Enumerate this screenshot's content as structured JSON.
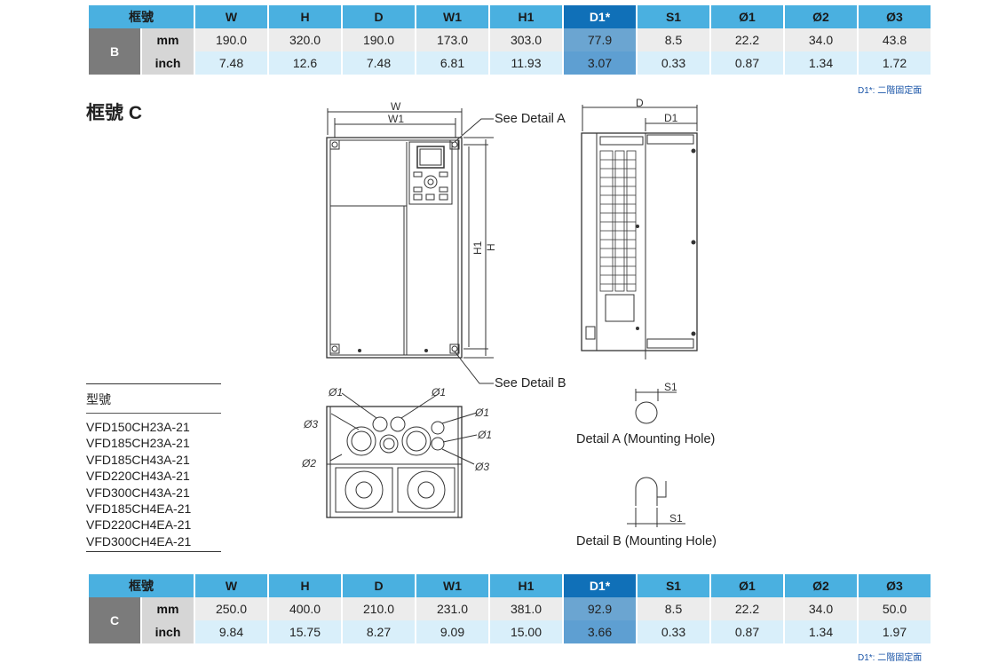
{
  "tables": [
    {
      "header": [
        "框號",
        "W",
        "H",
        "D",
        "W1",
        "H1",
        "D1*",
        "S1",
        "Ø1",
        "Ø2",
        "Ø3"
      ],
      "frame": "B",
      "rows": [
        {
          "unit": "mm",
          "values": [
            "190.0",
            "320.0",
            "190.0",
            "173.0",
            "303.0",
            "77.9",
            "8.5",
            "22.2",
            "34.0",
            "43.8"
          ]
        },
        {
          "unit": "inch",
          "values": [
            "7.48",
            "12.6",
            "7.48",
            "6.81",
            "11.93",
            "3.07",
            "0.33",
            "0.87",
            "1.34",
            "1.72"
          ]
        }
      ],
      "note": "D1*: 二階固定面"
    },
    {
      "header": [
        "框號",
        "W",
        "H",
        "D",
        "W1",
        "H1",
        "D1*",
        "S1",
        "Ø1",
        "Ø2",
        "Ø3"
      ],
      "frame": "C",
      "rows": [
        {
          "unit": "mm",
          "values": [
            "250.0",
            "400.0",
            "210.0",
            "231.0",
            "381.0",
            "92.9",
            "8.5",
            "22.2",
            "34.0",
            "50.0"
          ]
        },
        {
          "unit": "inch",
          "values": [
            "9.84",
            "15.75",
            "8.27",
            "9.09",
            "15.00",
            "3.66",
            "0.33",
            "0.87",
            "1.34",
            "1.97"
          ]
        }
      ],
      "note": "D1*: 二階固定面"
    }
  ],
  "frame_title": "框號 C",
  "models": {
    "heading": "型號",
    "items": [
      "VFD150CH23A-21",
      "VFD185CH23A-21",
      "VFD185CH43A-21",
      "VFD220CH43A-21",
      "VFD300CH43A-21",
      "VFD185CH4EA-21",
      "VFD220CH4EA-21",
      "VFD300CH4EA-21"
    ]
  },
  "drawing": {
    "see_detail_a": "See Detail A",
    "see_detail_b": "See Detail B",
    "detail_a": "Detail A (Mounting Hole)",
    "detail_b": "Detail B (Mounting Hole)",
    "dim_w": "W",
    "dim_w1": "W1",
    "dim_h": "H",
    "dim_h1": "H1",
    "dim_d": "D",
    "dim_d1": "D1",
    "dim_s1": "S1",
    "phi1": "Ø1",
    "phi2": "Ø2",
    "phi3": "Ø3"
  },
  "colors": {
    "header": "#4ab0e0",
    "header_highlight": "#1070b8",
    "frame_cell": "#7b7b7b",
    "unit_cell": "#d6d6d6",
    "mm_row": "#ececec",
    "inch_row": "#d9effa",
    "note": "#1a55a8"
  }
}
